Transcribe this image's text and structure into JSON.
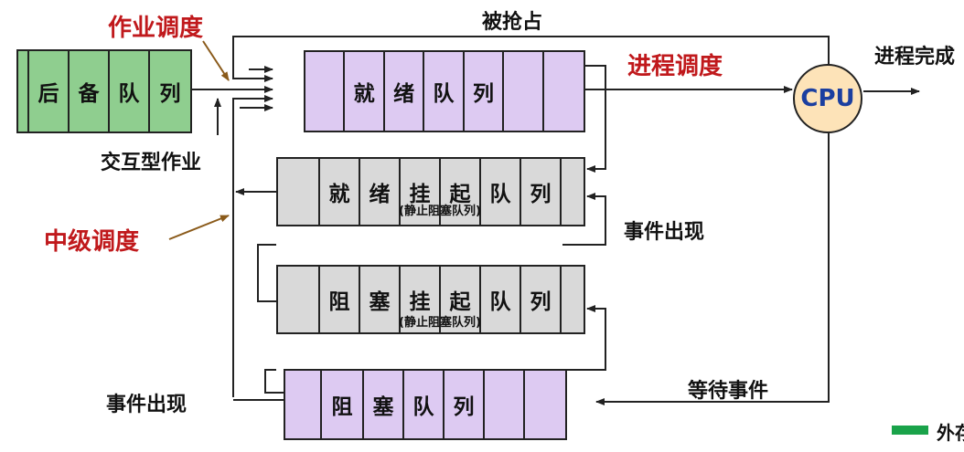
{
  "diagram": {
    "queues": {
      "backup": [
        "后",
        "备",
        "队",
        "列"
      ],
      "ready": [
        "",
        "就",
        "绪",
        "队",
        "列",
        "",
        ""
      ],
      "ready_suspended": [
        "",
        "就",
        "绪",
        "挂",
        "起",
        "队",
        "列",
        ""
      ],
      "blocked_suspended": [
        "阻",
        "塞",
        "挂",
        "起",
        "队",
        "列",
        ""
      ],
      "blocked": [
        "阻",
        "塞",
        "队",
        "列",
        "",
        ""
      ]
    },
    "suspended_note": "(静止阻塞队列)",
    "cpu_label": "CPU",
    "labels": {
      "job_scheduling": "作业调度",
      "process_scheduling": "进程调度",
      "mid_scheduling": "中级调度",
      "preempted": "被抢占",
      "process_done": "进程完成",
      "interactive_job": "交互型作业",
      "event_occurs_1": "事件出现",
      "event_occurs_2": "事件出现",
      "wait_event": "等待事件",
      "legend_text": "外存"
    },
    "colors": {
      "green_queue": "#8fce8f",
      "purple_queue": "#ddcaf2",
      "gray_queue": "#d9d9d9",
      "red_label": "#c0191c",
      "cpu_fill": "#fde3b8",
      "cpu_text": "#1b3fa0"
    }
  }
}
